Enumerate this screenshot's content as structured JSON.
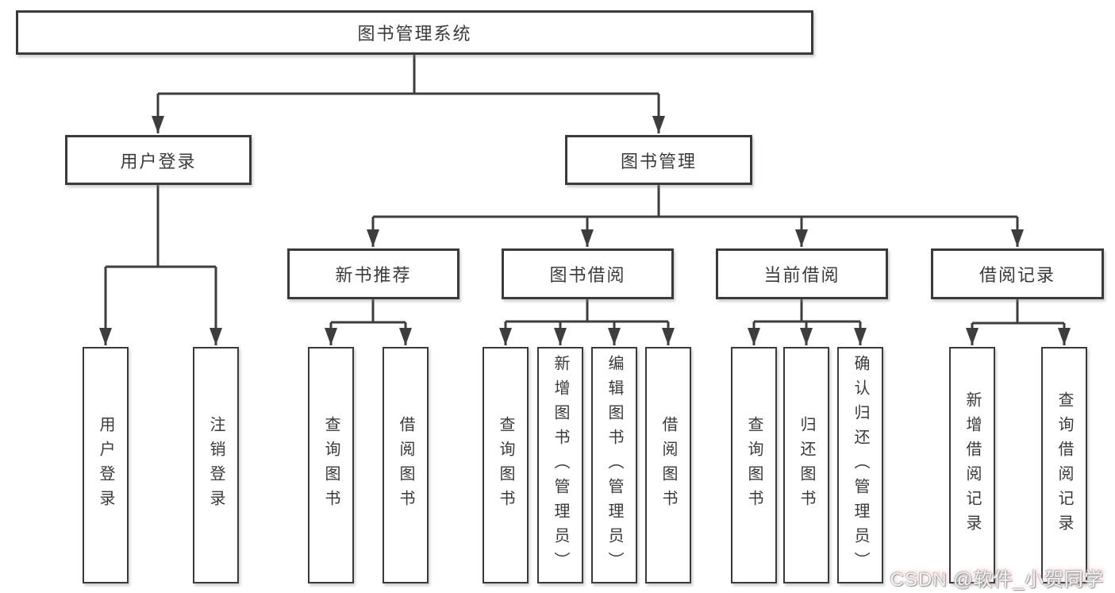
{
  "diagram": {
    "root": {
      "label": "图书管理系统"
    },
    "level2": [
      {
        "label": "用户登录"
      },
      {
        "label": "图书管理"
      }
    ],
    "level3": [
      {
        "label": "新书推荐",
        "parent": "图书管理"
      },
      {
        "label": "图书借阅",
        "parent": "图书管理"
      },
      {
        "label": "当前借阅",
        "parent": "图书管理"
      },
      {
        "label": "借阅记录",
        "parent": "图书管理"
      }
    ],
    "leaves": [
      {
        "label": "用户登录",
        "parent": "用户登录"
      },
      {
        "label": "注销登录",
        "parent": "用户登录"
      },
      {
        "label": "查询图书",
        "parent": "新书推荐"
      },
      {
        "label": "借阅图书",
        "parent": "新书推荐"
      },
      {
        "label": "查询图书",
        "parent": "图书借阅"
      },
      {
        "label": "新增图书（管理员）",
        "parent": "图书借阅"
      },
      {
        "label": "编辑图书（管理员）",
        "parent": "图书借阅"
      },
      {
        "label": "借阅图书",
        "parent": "图书借阅"
      },
      {
        "label": "查询图书",
        "parent": "当前借阅"
      },
      {
        "label": "归还图书",
        "parent": "当前借阅"
      },
      {
        "label": "确认归还（管理员）",
        "parent": "当前借阅"
      },
      {
        "label": "新增借阅记录",
        "parent": "借阅记录"
      },
      {
        "label": "查询借阅记录",
        "parent": "借阅记录"
      }
    ],
    "watermark": "CSDN @软件_小贺同学",
    "colors": {
      "line": "#3d3d3d",
      "box_border": "#3a3a3a",
      "box_fill": "#ffffff",
      "text": "#3a3a3a",
      "background": "#ffffff",
      "watermark_text": "#f4f4f4"
    }
  }
}
